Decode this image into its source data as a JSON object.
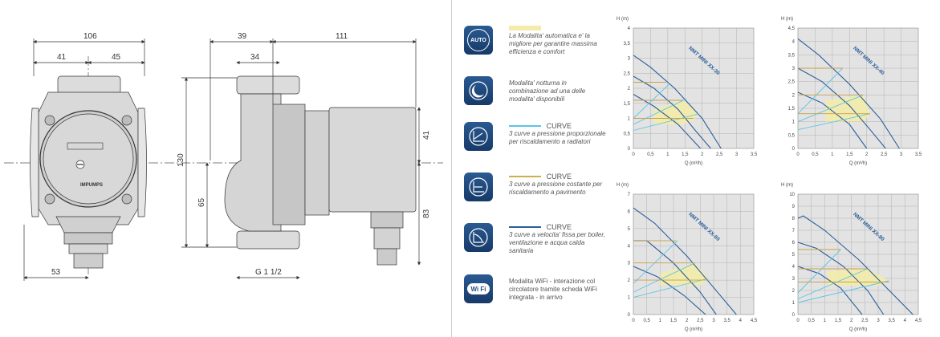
{
  "drawing": {
    "dims": {
      "front_width": "106",
      "front_left": "41",
      "front_right": "45",
      "front_height": "130",
      "front_bottom": "53",
      "side_depth_a": "39",
      "side_depth_b": "34",
      "side_length": "111",
      "side_upper": "41",
      "side_lower": "83",
      "side_height": "65",
      "thread": "G 1 1/2"
    },
    "brand_label": "IMPUMPS"
  },
  "legend": [
    {
      "icon": "auto-mode-icon",
      "icon_text": "AUTO",
      "title": "",
      "text": "La Modalita' automatica e' la migliore per garantire massima efficienza e comfort",
      "swatch_color": "#f3ebaa"
    },
    {
      "icon": "night-mode-moon-icon",
      "icon_text": "",
      "title": "",
      "text": "Modalita' notturna in combinazione ad una delle modalita' disponibili",
      "swatch_color": ""
    },
    {
      "icon": "proportional-pressure-curve-icon",
      "icon_text": "",
      "title": "CURVE",
      "text": "3 curve a pressione proporzionale per riscaldamento a radiatori",
      "swatch_color": "#5bc4e8"
    },
    {
      "icon": "constant-pressure-curve-icon",
      "icon_text": "",
      "title": "CURVE",
      "text": "3 curve a pressione costante per riscaldamento a pavimento",
      "swatch_color": "#c9b04a"
    },
    {
      "icon": "fixed-speed-curve-icon",
      "icon_text": "",
      "title": "CURVE",
      "text": "3 curve a velocita' fissa per boiler, ventilazione e acqua calda sanitaria",
      "swatch_color": "#2a5e9a"
    },
    {
      "icon": "wifi-icon",
      "icon_text": "Wi Fi",
      "title": "",
      "text": "Modalita WiFi - interazione col circolatore tramite scheda WiFi integrata - in arrivo",
      "swatch_color": ""
    }
  ],
  "colors": {
    "fixed_speed": "#2a5e9a",
    "proportional": "#5bc4e8",
    "constant": "#c9a04a",
    "auto_fill": "#f3ebaa",
    "icon_bg": "#1f4c80",
    "grid_bg": "#e3e3e3",
    "grid_line": "#b3b3b3"
  },
  "chart_data": [
    {
      "type": "line",
      "title": "NMT MINI XX-30",
      "xlabel": "Q (m³/h)",
      "ylabel": "H (m)",
      "xlim": [
        0,
        3.5
      ],
      "ylim": [
        0,
        4
      ],
      "xticks": [
        "0",
        "0,5",
        "1",
        "1,5",
        "2",
        "2,5",
        "3",
        "3,5"
      ],
      "yticks": [
        "0",
        "0,5",
        "1",
        "1,5",
        "2",
        "2,5",
        "3",
        "3,5",
        "4"
      ],
      "series": [
        {
          "kind": "fixed",
          "points": [
            [
              0,
              3.1
            ],
            [
              0.5,
              2.7
            ],
            [
              1.2,
              2.0
            ],
            [
              2.0,
              1.0
            ],
            [
              2.55,
              0
            ]
          ]
        },
        {
          "kind": "fixed",
          "points": [
            [
              0,
              2.4
            ],
            [
              0.6,
              2.0
            ],
            [
              1.3,
              1.3
            ],
            [
              1.8,
              0.6
            ],
            [
              2.25,
              0
            ]
          ]
        },
        {
          "kind": "fixed",
          "points": [
            [
              0,
              1.8
            ],
            [
              0.6,
              1.4
            ],
            [
              1.3,
              0.8
            ],
            [
              1.95,
              0
            ]
          ]
        },
        {
          "kind": "prop",
          "points": [
            [
              0,
              1.0
            ],
            [
              1.05,
              2.15
            ]
          ]
        },
        {
          "kind": "prop",
          "points": [
            [
              0,
              0.8
            ],
            [
              1.55,
              1.65
            ]
          ]
        },
        {
          "kind": "prop",
          "points": [
            [
              0,
              0.6
            ],
            [
              1.9,
              1.15
            ]
          ]
        },
        {
          "kind": "const",
          "points": [
            [
              0,
              2.2
            ],
            [
              0.95,
              2.2
            ]
          ]
        },
        {
          "kind": "const",
          "points": [
            [
              0,
              1.6
            ],
            [
              1.45,
              1.6
            ]
          ]
        },
        {
          "kind": "const",
          "points": [
            [
              0,
              1.0
            ],
            [
              1.75,
              1.0
            ]
          ]
        }
      ],
      "auto_region": [
        [
          0.6,
          1.3
        ],
        [
          1.45,
          1.6
        ],
        [
          1.9,
          1.15
        ],
        [
          1.75,
          0.95
        ],
        [
          1.45,
          0.8
        ],
        [
          0.6,
          0.8
        ]
      ]
    },
    {
      "type": "line",
      "title": "NMT MINI XX-40",
      "xlabel": "Q (m³/h)",
      "ylabel": "H (m)",
      "xlim": [
        0,
        3.5
      ],
      "ylim": [
        0,
        4.5
      ],
      "xticks": [
        "0",
        "0,5",
        "1",
        "1,5",
        "2",
        "2,5",
        "3",
        "3,5"
      ],
      "yticks": [
        "0",
        "0,5",
        "1",
        "1,5",
        "2",
        "2,5",
        "3",
        "3,5",
        "4",
        "4,5"
      ],
      "series": [
        {
          "kind": "fixed",
          "points": [
            [
              0,
              4.1
            ],
            [
              0.6,
              3.5
            ],
            [
              1.5,
              2.4
            ],
            [
              2.4,
              1.1
            ],
            [
              2.95,
              0
            ]
          ]
        },
        {
          "kind": "fixed",
          "points": [
            [
              0,
              3.0
            ],
            [
              0.7,
              2.5
            ],
            [
              1.5,
              1.6
            ],
            [
              2.1,
              0.7
            ],
            [
              2.55,
              0
            ]
          ]
        },
        {
          "kind": "fixed",
          "points": [
            [
              0,
              2.1
            ],
            [
              0.7,
              1.7
            ],
            [
              1.5,
              0.9
            ],
            [
              2.0,
              0
            ]
          ]
        },
        {
          "kind": "prop",
          "points": [
            [
              0,
              1.3
            ],
            [
              1.3,
              3.0
            ]
          ]
        },
        {
          "kind": "prop",
          "points": [
            [
              0,
              1.0
            ],
            [
              1.9,
              2.0
            ]
          ]
        },
        {
          "kind": "prop",
          "points": [
            [
              0,
              0.7
            ],
            [
              2.1,
              1.3
            ]
          ]
        },
        {
          "kind": "const",
          "points": [
            [
              0,
              3.0
            ],
            [
              1.3,
              3.0
            ]
          ]
        },
        {
          "kind": "const",
          "points": [
            [
              0,
              2.0
            ],
            [
              1.9,
              2.0
            ]
          ]
        },
        {
          "kind": "const",
          "points": [
            [
              0,
              1.3
            ],
            [
              2.1,
              1.3
            ]
          ]
        }
      ],
      "auto_region": [
        [
          0.8,
          1.8
        ],
        [
          1.9,
          2.0
        ],
        [
          2.1,
          1.3
        ],
        [
          1.9,
          1.0
        ],
        [
          0.8,
          1.0
        ]
      ]
    },
    {
      "type": "line",
      "title": "NMT MINI XX-60",
      "xlabel": "Q (m³/h)",
      "ylabel": "H (m)",
      "xlim": [
        0,
        4.5
      ],
      "ylim": [
        0,
        7
      ],
      "xticks": [
        "0",
        "0,5",
        "1",
        "1,5",
        "2",
        "2,5",
        "3",
        "3,5",
        "4",
        "4,5"
      ],
      "yticks": [
        "0",
        "1",
        "2",
        "3",
        "4",
        "5",
        "6",
        "7"
      ],
      "series": [
        {
          "kind": "fixed",
          "points": [
            [
              0,
              6.2
            ],
            [
              0.8,
              5.3
            ],
            [
              2.0,
              3.4
            ],
            [
              3.2,
              1.2
            ],
            [
              3.85,
              0
            ]
          ]
        },
        {
          "kind": "fixed",
          "points": [
            [
              0,
              4.3
            ],
            [
              0.5,
              4.3
            ],
            [
              1.5,
              3.0
            ],
            [
              2.5,
              1.3
            ],
            [
              3.1,
              0
            ]
          ]
        },
        {
          "kind": "fixed",
          "points": [
            [
              0,
              2.8
            ],
            [
              0.9,
              2.2
            ],
            [
              1.9,
              1.1
            ],
            [
              2.7,
              0
            ]
          ]
        },
        {
          "kind": "prop",
          "points": [
            [
              0,
              1.8
            ],
            [
              1.65,
              4.3
            ]
          ]
        },
        {
          "kind": "prop",
          "points": [
            [
              0,
              1.3
            ],
            [
              2.3,
              3.0
            ]
          ]
        },
        {
          "kind": "prop",
          "points": [
            [
              0,
              1.0
            ],
            [
              2.8,
              2.1
            ]
          ]
        },
        {
          "kind": "const",
          "points": [
            [
              0,
              4.3
            ],
            [
              1.6,
              4.3
            ]
          ]
        },
        {
          "kind": "const",
          "points": [
            [
              0,
              3.0
            ],
            [
              2.3,
              3.0
            ]
          ]
        },
        {
          "kind": "const",
          "points": [
            [
              0,
              2.0
            ],
            [
              2.8,
              2.0
            ]
          ]
        }
      ],
      "auto_region": [
        [
          1.0,
          2.4
        ],
        [
          2.3,
          3.0
        ],
        [
          2.8,
          2.1
        ],
        [
          2.5,
          1.7
        ],
        [
          1.0,
          1.7
        ]
      ]
    },
    {
      "type": "line",
      "title": "NMT MINI XX-80",
      "xlabel": "Q (m³/h)",
      "ylabel": "H (m)",
      "xlim": [
        0,
        4.5
      ],
      "ylim": [
        0,
        10
      ],
      "xticks": [
        "0",
        "0,5",
        "1",
        "1,5",
        "2",
        "2,5",
        "3",
        "3,5",
        "4",
        "4,5"
      ],
      "yticks": [
        "0",
        "1",
        "2",
        "3",
        "4",
        "5",
        "6",
        "7",
        "8",
        "9",
        "10"
      ],
      "series": [
        {
          "kind": "fixed",
          "points": [
            [
              0,
              8.0
            ],
            [
              0.2,
              8.2
            ],
            [
              1.0,
              7.0
            ],
            [
              2.3,
              4.5
            ],
            [
              3.5,
              1.8
            ],
            [
              4.3,
              0
            ]
          ]
        },
        {
          "kind": "fixed",
          "points": [
            [
              0,
              6.0
            ],
            [
              0.7,
              5.5
            ],
            [
              1.7,
              4.0
            ],
            [
              2.6,
              2.0
            ],
            [
              3.2,
              0
            ]
          ]
        },
        {
          "kind": "fixed",
          "points": [
            [
              0,
              4.0
            ],
            [
              0.8,
              3.4
            ],
            [
              1.6,
              2.2
            ],
            [
              2.4,
              0
            ]
          ]
        },
        {
          "kind": "prop",
          "points": [
            [
              0,
              1.8
            ],
            [
              1.6,
              5.4
            ]
          ]
        },
        {
          "kind": "prop",
          "points": [
            [
              0,
              1.3
            ],
            [
              2.6,
              3.8
            ]
          ]
        },
        {
          "kind": "prop",
          "points": [
            [
              0,
              1.0
            ],
            [
              3.4,
              2.8
            ]
          ]
        },
        {
          "kind": "const",
          "points": [
            [
              0,
              5.4
            ],
            [
              1.6,
              5.4
            ]
          ]
        },
        {
          "kind": "const",
          "points": [
            [
              0,
              3.8
            ],
            [
              2.6,
              3.8
            ]
          ]
        },
        {
          "kind": "const",
          "points": [
            [
              0,
              2.7
            ],
            [
              3.4,
              2.7
            ]
          ]
        }
      ],
      "auto_region": [
        [
          1.1,
          3.6
        ],
        [
          2.6,
          3.8
        ],
        [
          3.4,
          2.8
        ],
        [
          3.0,
          2.4
        ],
        [
          1.1,
          2.4
        ]
      ]
    }
  ]
}
